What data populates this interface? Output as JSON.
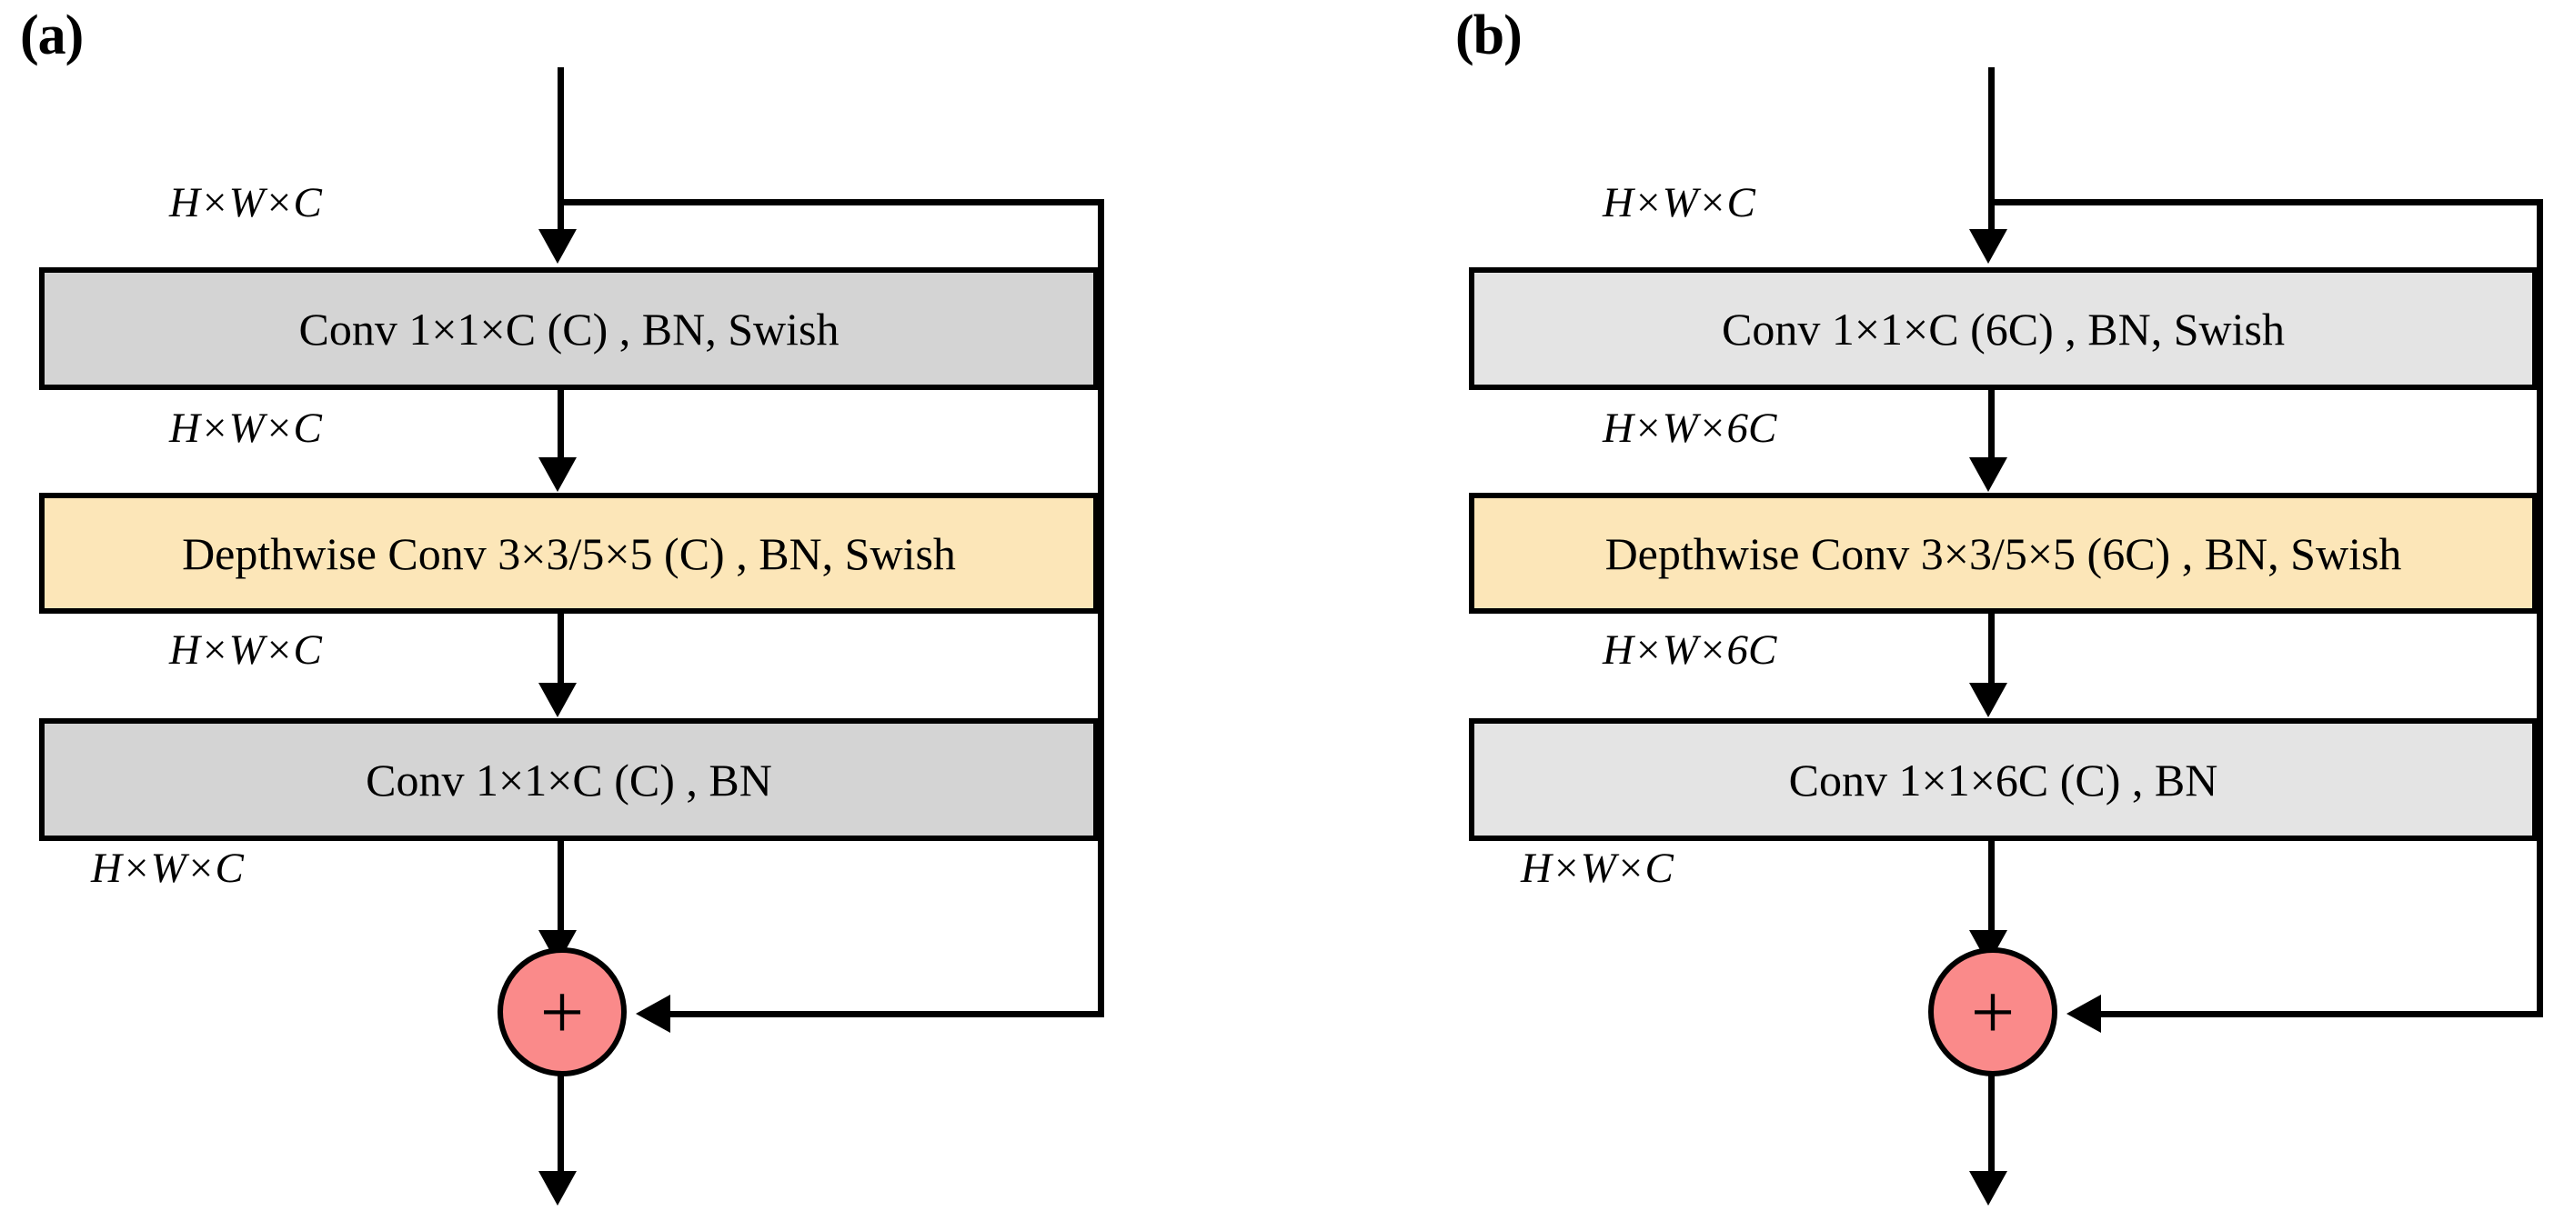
{
  "figure": {
    "type": "diagram",
    "description": "Two residual convolutional block architecture diagrams",
    "colors": {
      "stroke": "#000000",
      "background": "#ffffff",
      "conv_block_fill_a": "#d4d4d4",
      "conv_block_fill_b": "#e4e4e4",
      "depthwise_block_fill": "#fce6b8",
      "add_node_fill": "#fa8a8a"
    }
  },
  "panels": [
    {
      "id": "a",
      "label": "(a)",
      "input_label": "H×W×C",
      "blocks": [
        {
          "name": "conv-expand",
          "text": "Conv 1×1×C (C) , BN, Swish",
          "fill": "#d4d4d4",
          "output_label": "H×W×C"
        },
        {
          "name": "depthwise-conv",
          "text": "Depthwise Conv 3×3/5×5 (C) , BN, Swish",
          "fill": "#fce6b8",
          "output_label": "H×W×C"
        },
        {
          "name": "conv-project",
          "text": "Conv 1×1×C (C) , BN",
          "fill": "#d4d4d4",
          "output_label": "H×W×C"
        }
      ],
      "add_node": {
        "symbol": "+",
        "name": "residual-add"
      }
    },
    {
      "id": "b",
      "label": "(b)",
      "input_label": "H×W×C",
      "blocks": [
        {
          "name": "conv-expand",
          "text": "Conv 1×1×C (6C) , BN, Swish",
          "fill": "#e4e4e4",
          "output_label": "H×W×6C"
        },
        {
          "name": "depthwise-conv",
          "text": "Depthwise Conv 3×3/5×5 (6C) , BN, Swish",
          "fill": "#fce6b8",
          "output_label": "H×W×6C"
        },
        {
          "name": "conv-project",
          "text": "Conv 1×1×6C (C) , BN",
          "fill": "#e4e4e4",
          "output_label": "H×W×C"
        }
      ],
      "add_node": {
        "symbol": "+",
        "name": "residual-add"
      }
    }
  ]
}
